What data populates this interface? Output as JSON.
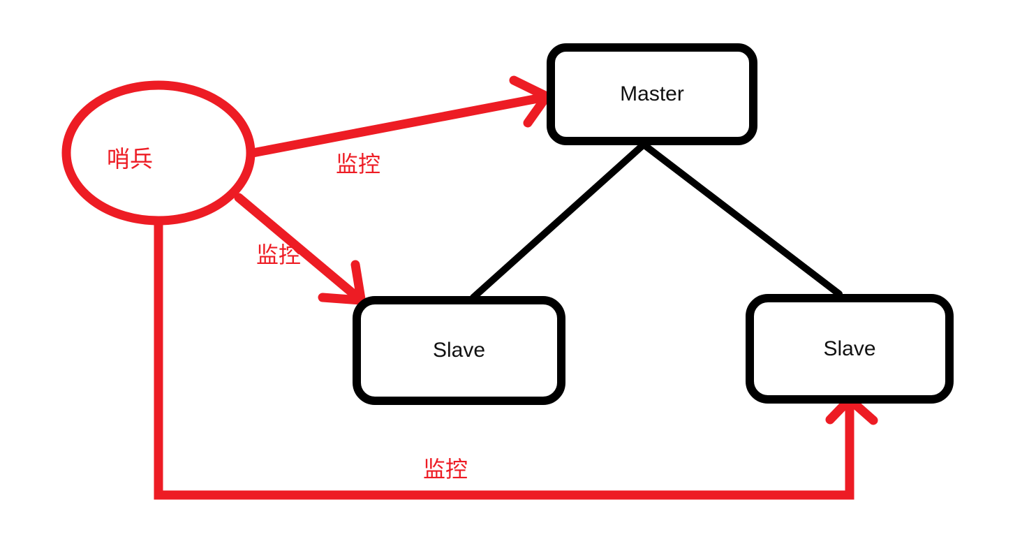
{
  "diagram": {
    "background": "#ffffff",
    "colors": {
      "annotation_red": "#ed1c24",
      "structure_black": "#000000",
      "node_text": "#111111"
    },
    "nodes": {
      "sentinel": {
        "label": "哨兵",
        "shape": "ellipse",
        "stroke": "#ed1c24"
      },
      "master": {
        "label": "Master",
        "shape": "rounded-rect",
        "stroke": "#000000"
      },
      "slave_left": {
        "label": "Slave",
        "shape": "rounded-rect",
        "stroke": "#000000"
      },
      "slave_right": {
        "label": "Slave",
        "shape": "rounded-rect",
        "stroke": "#000000"
      }
    },
    "edges": [
      {
        "from": "sentinel",
        "to": "master",
        "label": "监控",
        "style": "red-arrow"
      },
      {
        "from": "sentinel",
        "to": "slave_left",
        "label": "监控",
        "style": "red-arrow"
      },
      {
        "from": "sentinel",
        "to": "slave_right",
        "label": "监控",
        "style": "red-arrow"
      },
      {
        "from": "master",
        "to": "slave_left",
        "label": "",
        "style": "black-line"
      },
      {
        "from": "master",
        "to": "slave_right",
        "label": "",
        "style": "black-line"
      }
    ]
  }
}
